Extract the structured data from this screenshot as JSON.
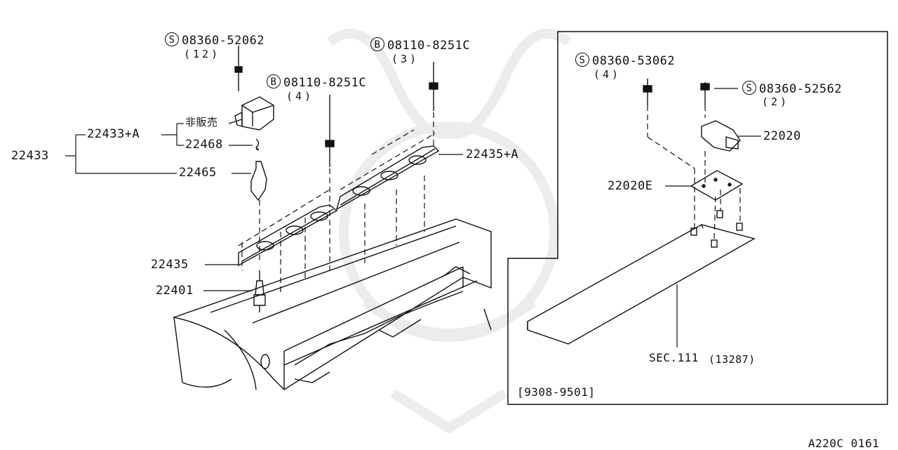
{
  "parts": {
    "coil_bolt": {
      "prefix": "S",
      "number": "08360-52062",
      "qty": "(12)"
    },
    "bolt_b4": {
      "prefix": "B",
      "number": "08110-8251C",
      "qty": "(4)"
    },
    "bolt_b3": {
      "prefix": "B",
      "number": "08110-8251C",
      "qty": "(3)"
    },
    "coil_assy": "22433",
    "coil_sub": "22433+A",
    "not_for_sale": "非販売",
    "spring": "22468",
    "boot": "22465",
    "cover_a": "22435+A",
    "cover": "22435",
    "spark_plug": "22401"
  },
  "inset": {
    "screw_left": {
      "prefix": "S",
      "number": "08360-53062",
      "qty": "(4)"
    },
    "screw_right": {
      "prefix": "S",
      "number": "08360-52562",
      "qty": "(2)"
    },
    "sensor": "22020",
    "bracket": "22020E",
    "section": "SEC.111",
    "section_ref": "(13287)",
    "date_range": "[9308-9501]"
  },
  "footer": {
    "drawing_code": "A220C 0161"
  }
}
